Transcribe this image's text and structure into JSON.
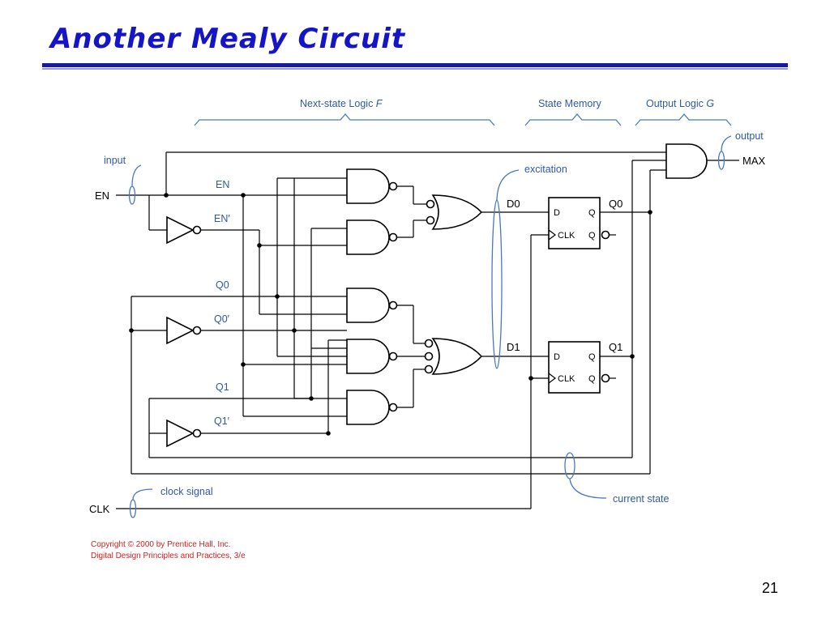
{
  "slide": {
    "title": "Another Mealy Circuit",
    "page_number": "21"
  },
  "diagram": {
    "sections": {
      "next_state": "Next-state Logic F",
      "state_memory": "State Memory",
      "output_logic": "Output Logic G"
    },
    "annotations": {
      "input": "input",
      "output": "output",
      "excitation": "excitation",
      "clock_signal": "clock signal",
      "current_state": "current state"
    },
    "signals": {
      "en_in": "EN",
      "en": "EN",
      "en_n": "EN′",
      "q0": "Q0",
      "q0_n": "Q0′",
      "q1": "Q1",
      "q1_n": "Q1′",
      "d0": "D0",
      "d1": "D1",
      "ff0_q": "Q0",
      "ff1_q": "Q1",
      "max": "MAX",
      "clk": "CLK"
    },
    "flipflop": {
      "d": "D",
      "q": "Q",
      "clk": "CLK"
    }
  },
  "copyright": {
    "line1": "Copyright © 2000 by Prentice Hall, Inc.",
    "line2": "Digital Design Principles and Practices, 3/e"
  }
}
